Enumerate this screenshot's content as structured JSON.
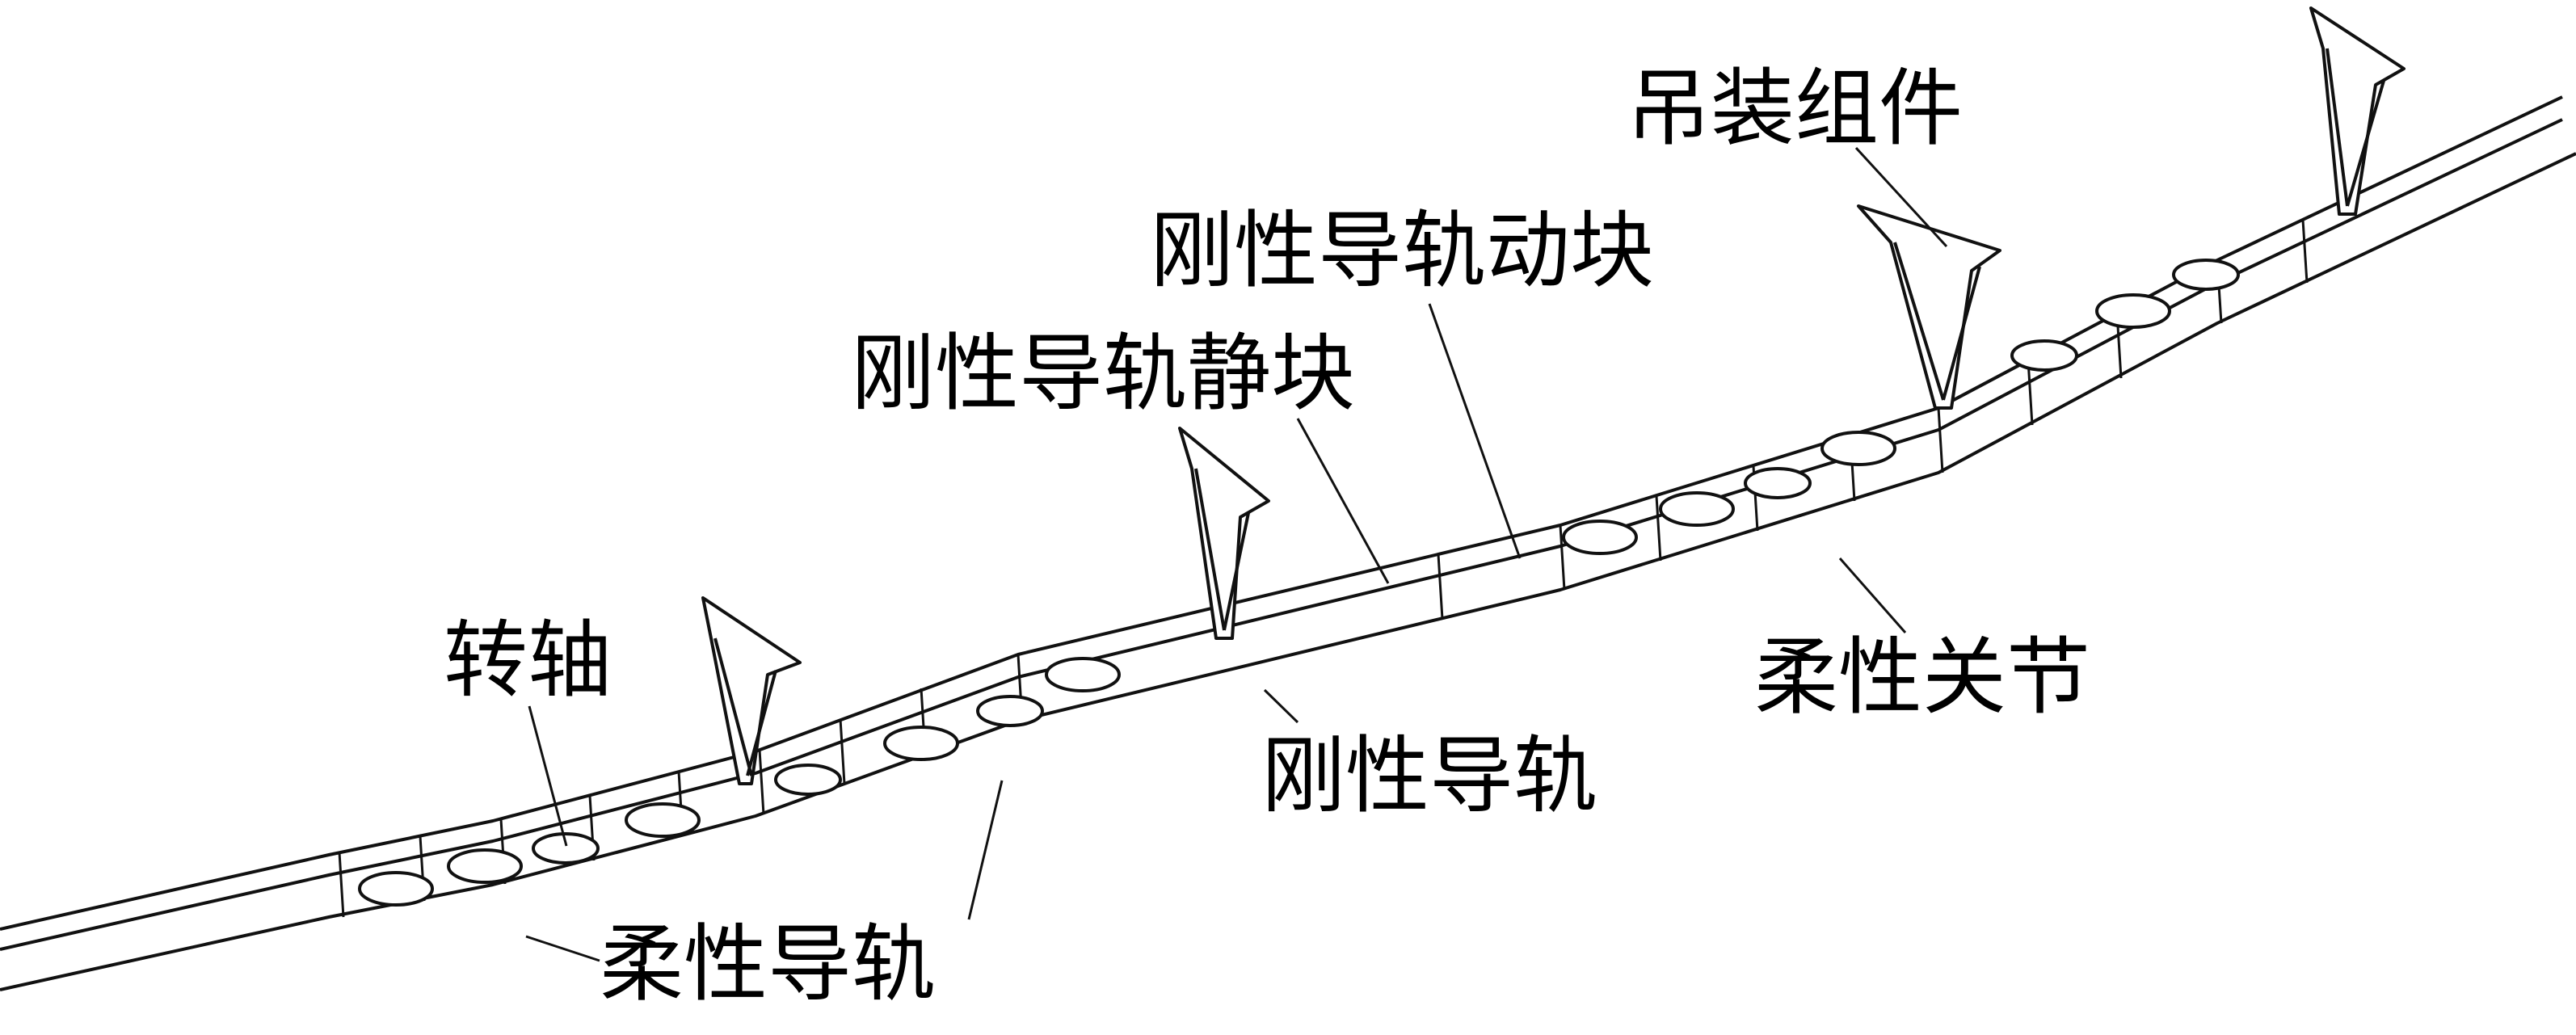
{
  "labels": {
    "hoisting_assembly": "吊装组件",
    "rigid_rail_moving_block": "刚性导轨动块",
    "rigid_rail_static_block": "刚性导轨静块",
    "rotating_shaft": "转轴",
    "flexible_joint": "柔性关节",
    "rigid_rail": "刚性导轨",
    "flexible_rail": "柔性导轨"
  }
}
